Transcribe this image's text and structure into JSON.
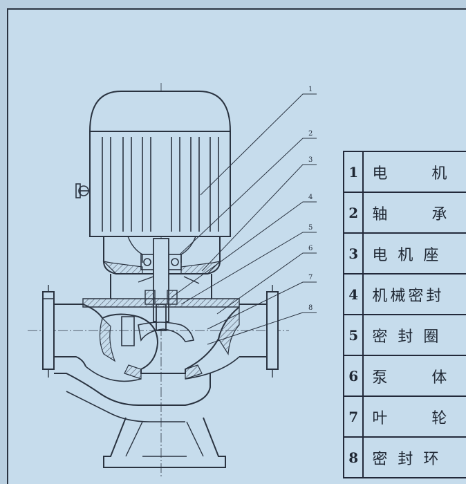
{
  "parts": [
    {
      "num": "1",
      "name": "电　机",
      "spread": true
    },
    {
      "num": "2",
      "name": "轴　承",
      "spread": true
    },
    {
      "num": "3",
      "name": "电 机 座",
      "spread": false
    },
    {
      "num": "4",
      "name": "机械密封",
      "spread": false
    },
    {
      "num": "5",
      "name": "密 封 圈",
      "spread": false
    },
    {
      "num": "6",
      "name": "泵　体",
      "spread": true
    },
    {
      "num": "7",
      "name": "叶　轮",
      "spread": true
    },
    {
      "num": "8",
      "name": "密 封 环",
      "spread": false
    }
  ],
  "leader_labels": [
    "1",
    "2",
    "3",
    "4",
    "5",
    "6",
    "7",
    "8"
  ],
  "colors": {
    "background": "#c6dcec",
    "ink": "#2a3340",
    "hatch": "#4a5566"
  }
}
